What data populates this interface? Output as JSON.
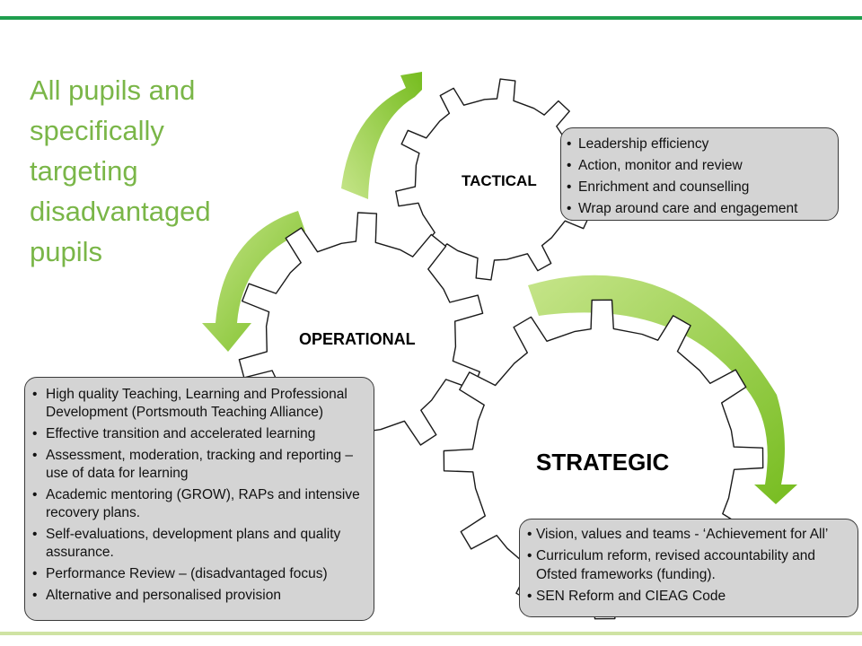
{
  "headline": {
    "lines": [
      "All pupils and",
      "specifically",
      "targeting",
      "disadvantaged",
      "pupils"
    ],
    "color": "#7ab648"
  },
  "gears": {
    "tactical": "TACTICAL",
    "operational": "OPERATIONAL",
    "strategic": "STRATEGIC"
  },
  "boxes": {
    "tactical": [
      "Leadership efficiency",
      "Action, monitor and review",
      "Enrichment and counselling",
      "Wrap around care and engagement"
    ],
    "operational": [
      "High quality Teaching, Learning and Professional Development (Portsmouth Teaching Alliance)",
      "Effective transition and accelerated learning",
      "Assessment, moderation, tracking and reporting – use of data for learning",
      "Academic mentoring (GROW), RAPs and intensive recovery plans.",
      "Self-evaluations, development plans and quality assurance.",
      "Performance Review – (disadvantaged focus)",
      "Alternative and personalised provision"
    ],
    "strategic": [
      "Vision, values and teams - ‘Achievement for All’",
      "Curriculum reform, revised accountability and Ofsted frameworks (funding).",
      "SEN Reform and CIEAG Code"
    ]
  },
  "colors": {
    "accent_green": "#1f9e4e",
    "arrow_light": "#c6e58a",
    "arrow_dark": "#76bc1f",
    "box_fill": "#d4d4d4",
    "footer_bar": "#cfe3a3"
  }
}
